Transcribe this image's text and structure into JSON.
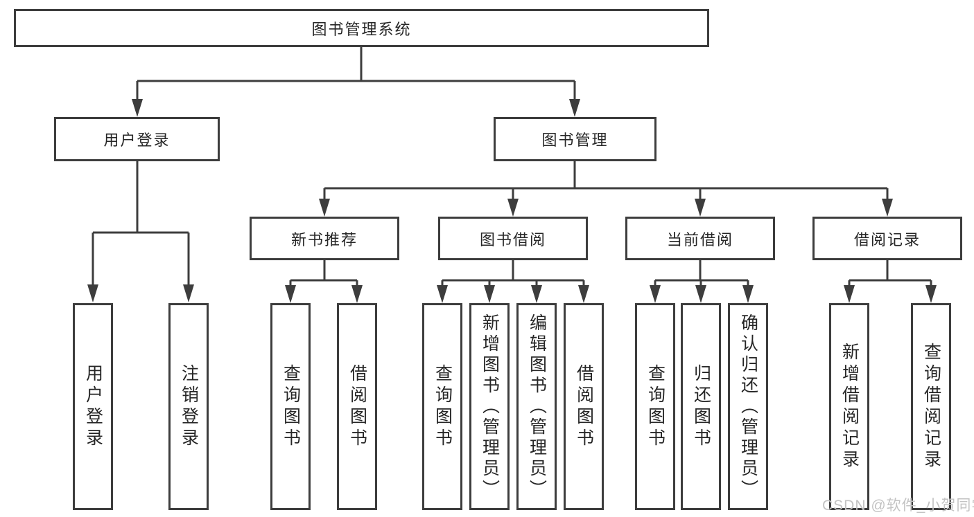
{
  "diagram": {
    "root": {
      "label": "图书管理系统"
    },
    "branches": [
      {
        "label": "用户登录",
        "children": [
          {
            "label": "用户登录"
          },
          {
            "label": "注销登录"
          }
        ]
      },
      {
        "label": "图书管理",
        "sections": [
          {
            "label": "新书推荐",
            "children": [
              {
                "label": "查询图书"
              },
              {
                "label": "借阅图书"
              }
            ]
          },
          {
            "label": "图书借阅",
            "children": [
              {
                "label": "查询图书"
              },
              {
                "label": "新增图书（管理员）"
              },
              {
                "label": "编辑图书（管理员）"
              },
              {
                "label": "借阅图书"
              }
            ]
          },
          {
            "label": "当前借阅",
            "children": [
              {
                "label": "查询图书"
              },
              {
                "label": "归还图书"
              },
              {
                "label": "确认归还（管理员）"
              }
            ]
          },
          {
            "label": "借阅记录",
            "children": [
              {
                "label": "新增借阅记录"
              },
              {
                "label": "查询借阅记录"
              }
            ]
          }
        ]
      }
    ]
  },
  "watermark": {
    "text": "CSDN @软件_小贺同学"
  },
  "colors": {
    "line": "#3d3d3d",
    "text": "#262626",
    "background": "#ffffff",
    "watermark": "#c3c3c3"
  }
}
